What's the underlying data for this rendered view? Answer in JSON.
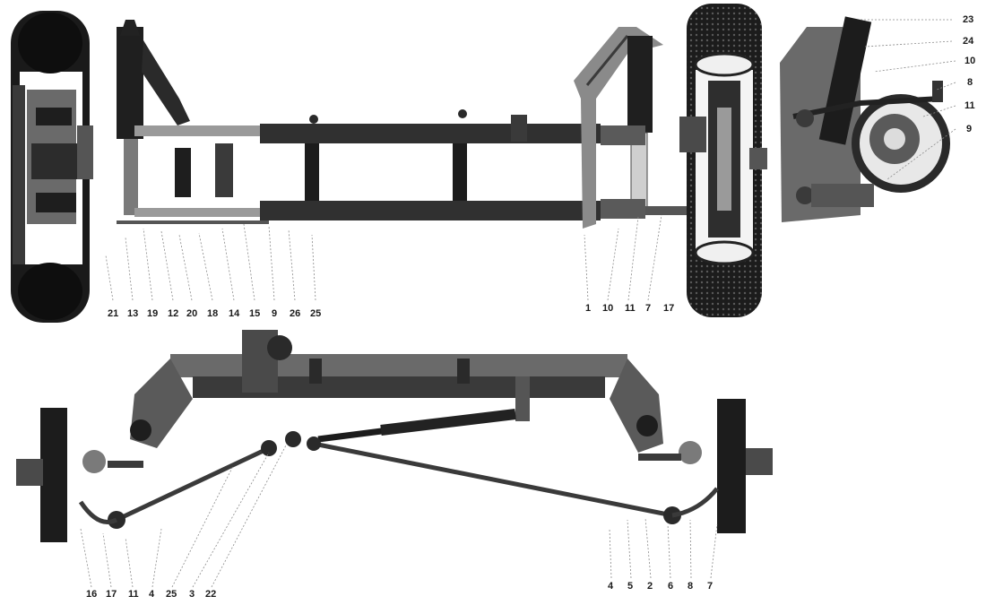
{
  "palette": {
    "ink": "#141414",
    "dark": "#2a2a2a",
    "mid": "#5c5c5c",
    "light": "#9a9a9a",
    "paper": "#ffffff"
  },
  "views": {
    "top": {
      "labels_left": [
        "21",
        "13",
        "19",
        "12",
        "20",
        "18",
        "14",
        "15",
        "9",
        "26",
        "25"
      ],
      "labels_right": [
        "1",
        "10",
        "11",
        "7",
        "17"
      ]
    },
    "detail": {
      "labels": [
        "23",
        "24",
        "10",
        "8",
        "11",
        "9"
      ]
    },
    "bottom": {
      "labels_left": [
        "16",
        "17",
        "11",
        "4",
        "25",
        "3",
        "22"
      ],
      "labels_right": [
        "4",
        "5",
        "2",
        "6",
        "8",
        "7"
      ]
    }
  }
}
